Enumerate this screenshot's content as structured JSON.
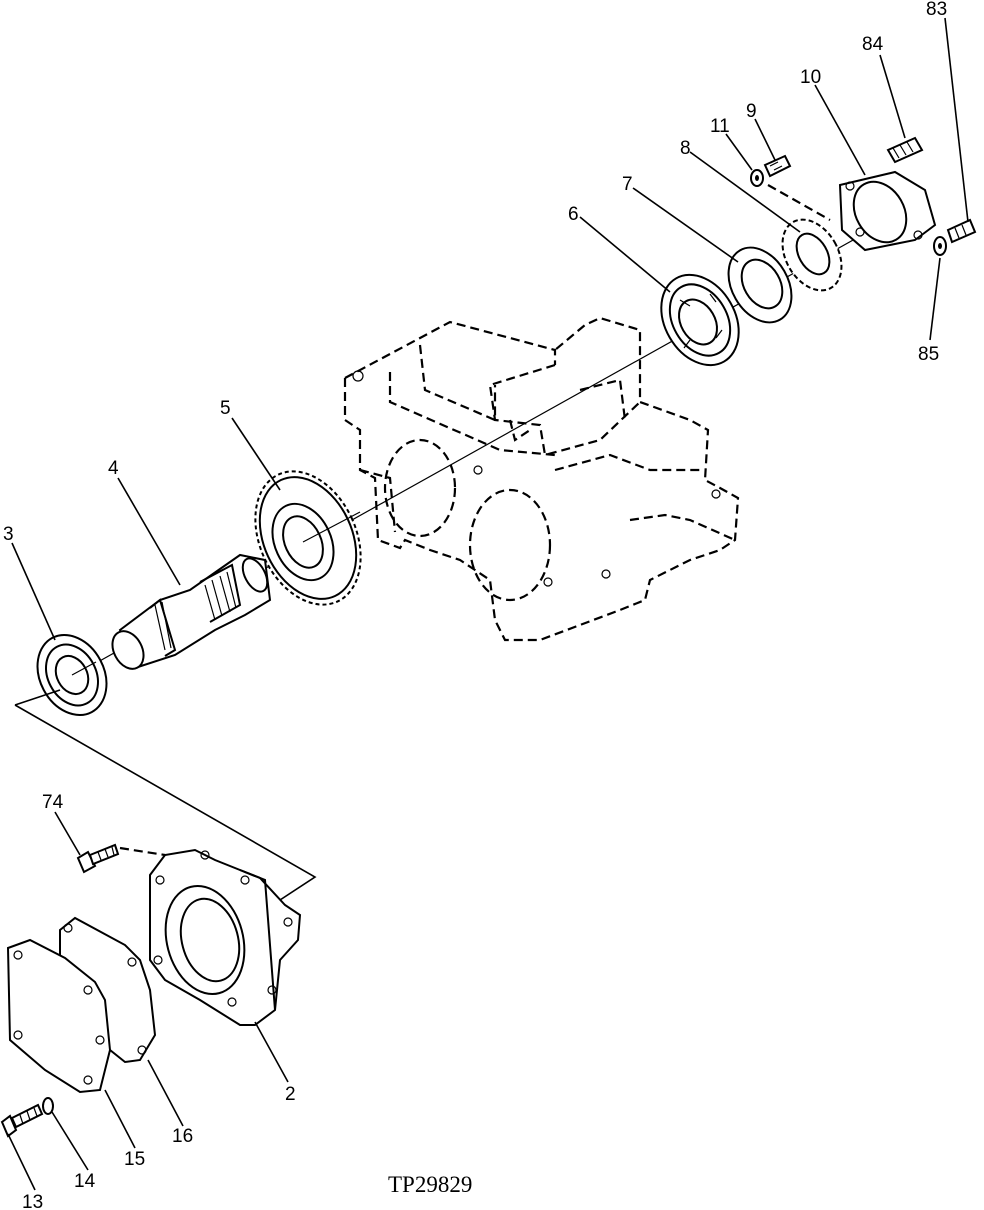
{
  "figure_id": "TP29829",
  "callouts": [
    "2",
    "3",
    "4",
    "5",
    "6",
    "7",
    "8",
    "9",
    "10",
    "11",
    "13",
    "14",
    "15",
    "16",
    "74",
    "83",
    "84",
    "85"
  ]
}
